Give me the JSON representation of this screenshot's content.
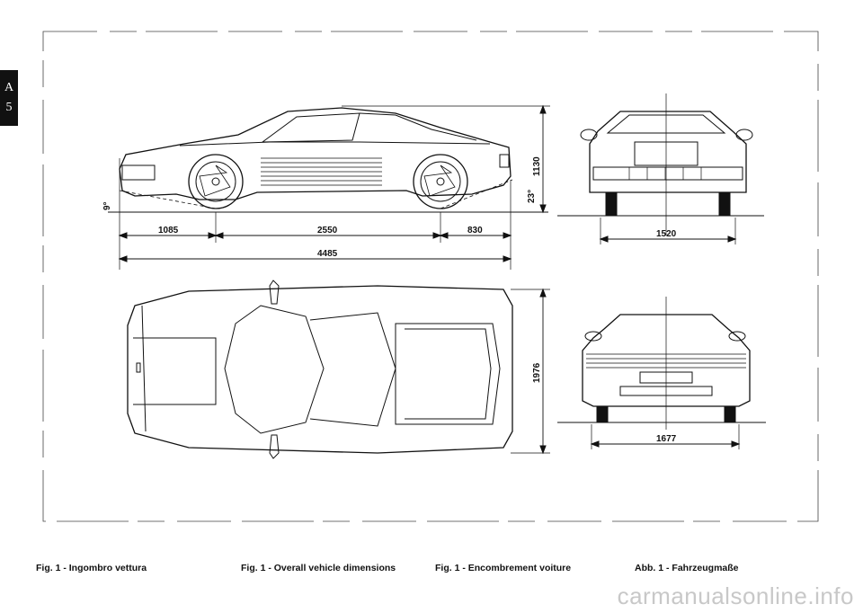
{
  "tab": {
    "letter": "A",
    "number": "5"
  },
  "dimensions": {
    "front_overhang": "1085",
    "wheelbase": "2550",
    "rear_overhang": "830",
    "overall_length": "4485",
    "height": "1130",
    "approach_angle": "9°",
    "departure_angle": "23°",
    "front_track": "1520",
    "width": "1976",
    "rear_track": "1677"
  },
  "captions": {
    "italian": "Fig. 1 - Ingombro vettura",
    "english": "Fig. 1 - Overall vehicle dimensions",
    "french": "Fig. 1 - Encombrement voiture",
    "german": "Abb. 1 - Fahrzeugmaße"
  },
  "watermark": "carmanualsonline.info"
}
